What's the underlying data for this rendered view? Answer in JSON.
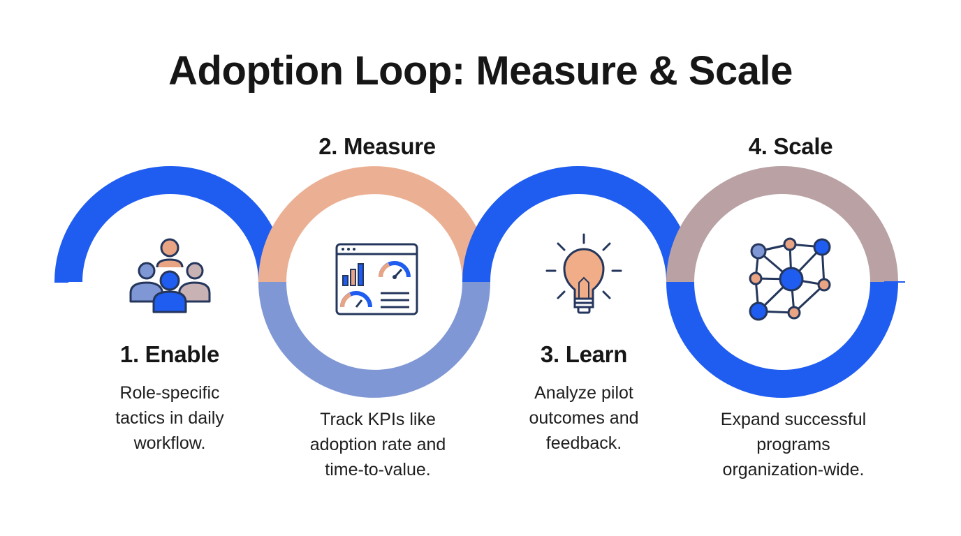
{
  "title": "Adoption Loop: Measure & Scale",
  "colors": {
    "blue": "#1f5cf0",
    "periwinkle": "#7f97d4",
    "peach": "#ebb093",
    "mauve": "#b9a1a4",
    "ink": "#24365c",
    "skin": "#e8a483"
  },
  "steps": [
    {
      "heading": "1. Enable",
      "desc": [
        "Role-specific",
        "tactics in daily",
        "workflow."
      ],
      "icon": "team-people-icon"
    },
    {
      "heading": "2. Measure",
      "desc": [
        "Track KPIs like",
        "adoption rate and",
        "time-to-value."
      ],
      "icon": "dashboard-analytics-icon"
    },
    {
      "heading": "3. Learn",
      "desc": [
        "Analyze pilot",
        "outcomes and",
        "feedback."
      ],
      "icon": "lightbulb-icon"
    },
    {
      "heading": "4. Scale",
      "desc": [
        "Expand successful",
        "programs",
        "organization-wide."
      ],
      "icon": "network-nodes-icon"
    }
  ]
}
